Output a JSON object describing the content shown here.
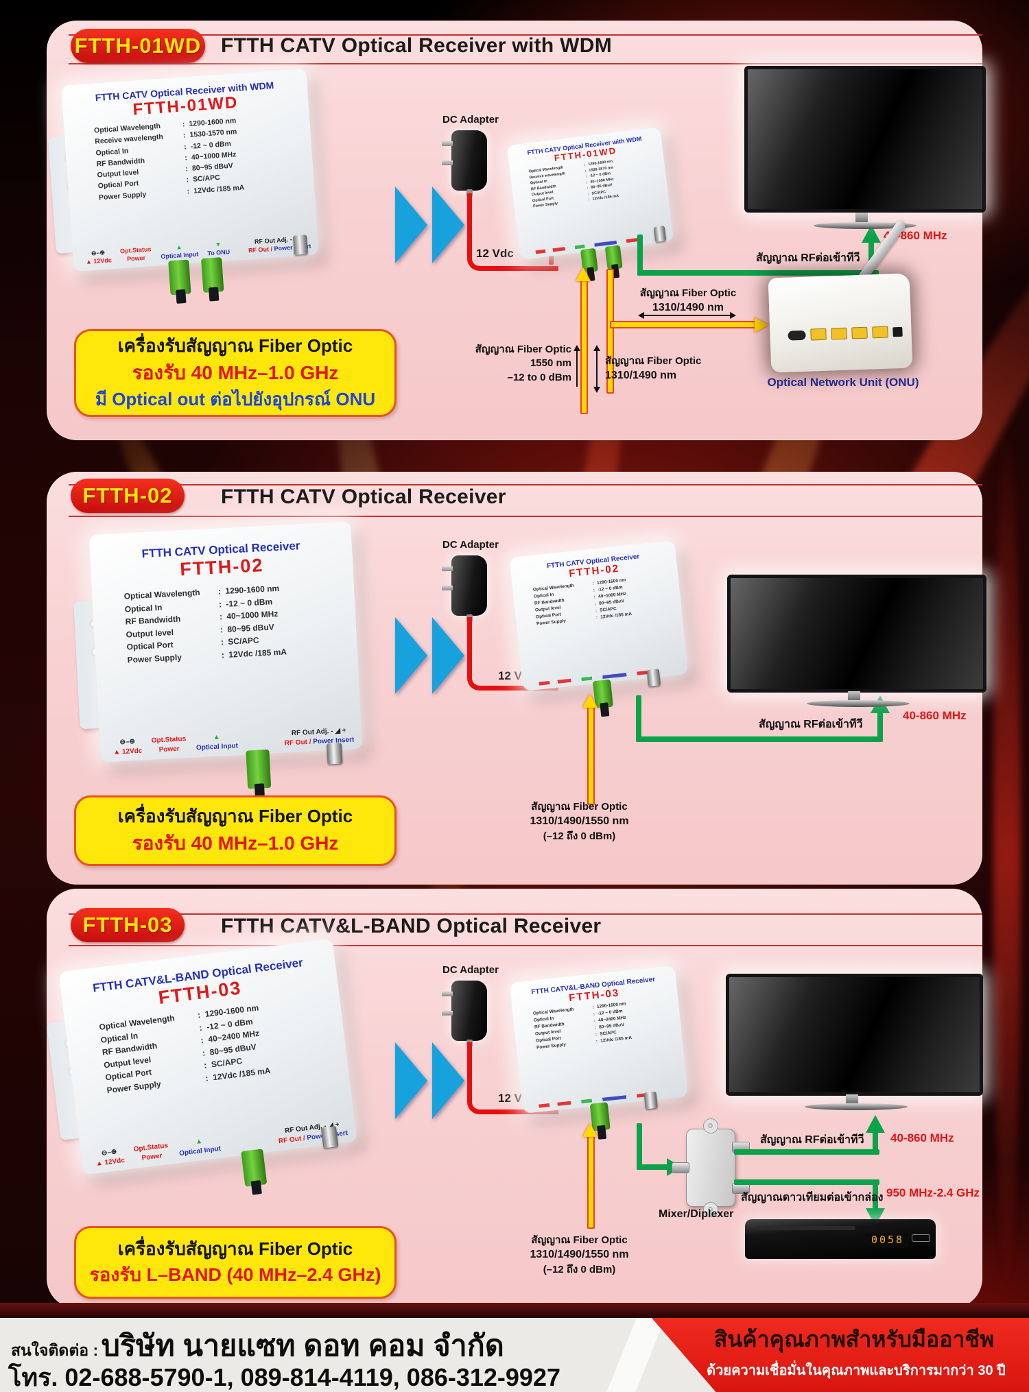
{
  "shared": {
    "colon": ":",
    "dc_adapter": "DC Adapter",
    "v12": "12 Vdc",
    "rf_to_tv": "สัญญาณ RFต่อเข้าทีวี",
    "rf_range": "40-860 MHz",
    "dc_polarity": "⊖–⊕",
    "glyph_up": "▲",
    "glyph_down": "▼",
    "rf_adj_glyph": "- ◢ +"
  },
  "sections": [
    {
      "tag": "FTTH-01WD",
      "title": "FTTH CATV Optical Receiver with WDM",
      "device": {
        "title": "FTTH CATV Optical Receiver with WDM",
        "model": "FTTH-01WD",
        "specs": [
          [
            "Optical Wavelength",
            "1290-1600 nm"
          ],
          [
            "Receive wavelength",
            "1530-1570 nm"
          ],
          [
            "Optical In",
            "-12 ~ 0  dBm"
          ],
          [
            "RF Bandwidth",
            "40~1000 MHz"
          ],
          [
            "Output level",
            "80~95  dBuV"
          ],
          [
            "Optical Port",
            "SC/APC"
          ],
          [
            "Power Supply",
            "12Vdc /185 mA"
          ]
        ],
        "leds": {
          "v12": "12Vdc",
          "opt_status": "Opt.Status",
          "power": "Power",
          "optical_input": "Optical Input",
          "to_onu": "To ONU",
          "rf_out_adj": "RF Out Adj.",
          "rf_out": "RF Out /",
          "power_insert": "Power Insert"
        }
      },
      "highlight": [
        "เครื่องรับสัญญาณ Fiber Optic",
        "รองรับ 40 MHz–1.0 GHz",
        "มี Optical out ต่อไปยังอุปกรณ์ ONU"
      ],
      "labels": {
        "fiber": "สัญญาณ Fiber Optic",
        "fiber_in_wl": "1550 nm",
        "fiber_in_level": "–12 to 0 dBm",
        "fiber_onu_wl": "1310/1490 nm",
        "onu": "Optical Network Unit (ONU)"
      }
    },
    {
      "tag": "FTTH-02",
      "title": "FTTH CATV Optical Receiver",
      "device": {
        "title": "FTTH CATV Optical Receiver",
        "model": "FTTH-02",
        "specs": [
          [
            "Optical Wavelength",
            "1290-1600 nm"
          ],
          [
            "Optical In",
            "-12 ~ 0  dBm"
          ],
          [
            "RF Bandwidth",
            "40~1000 MHz"
          ],
          [
            "Output level",
            "80~95  dBuV"
          ],
          [
            "Optical Port",
            "SC/APC"
          ],
          [
            "Power Supply",
            "12Vdc /185 mA"
          ]
        ],
        "leds": {
          "v12": "12Vdc",
          "opt_status": "Opt.Status",
          "power": "Power",
          "optical_input": "Optical Input",
          "rf_out_adj": "RF Out Adj.",
          "rf_out": "RF Out /",
          "power_insert": "Power Insert"
        }
      },
      "highlight": [
        "เครื่องรับสัญญาณ Fiber Optic",
        "รองรับ 40 MHz–1.0 GHz"
      ],
      "labels": {
        "fiber": "สัญญาณ Fiber Optic",
        "fiber_wl": "1310/1490/1550 nm",
        "fiber_level": "(–12 ถึง 0 dBm)"
      }
    },
    {
      "tag": "FTTH-03",
      "title": "FTTH CATV&L-BAND  Optical Receiver",
      "device": {
        "title": "FTTH CATV&L-BAND  Optical Receiver",
        "model": "FTTH-03",
        "specs": [
          [
            "Optical Wavelength",
            "1290-1600 nm"
          ],
          [
            "Optical In",
            "-12 ~ 0  dBm"
          ],
          [
            "RF Bandwidth",
            "40~2400 MHz"
          ],
          [
            "Output level",
            "80~95  dBuV"
          ],
          [
            "Optical Port",
            "SC/APC"
          ],
          [
            "Power Supply",
            "12Vdc /185 mA"
          ]
        ],
        "leds": {
          "v12": "12Vdc",
          "opt_status": "Opt.Status",
          "power": "Power",
          "optical_input": "Optical Input",
          "rf_out_adj": "RF Out Adj.",
          "rf_out": "RF Out /",
          "power_insert": "Power Insert"
        }
      },
      "highlight": [
        "เครื่องรับสัญญาณ Fiber Optic",
        "รองรับ L–BAND (40 MHz–2.4 GHz)"
      ],
      "labels": {
        "fiber": "สัญญาณ Fiber Optic",
        "fiber_wl": "1310/1490/1550 nm",
        "fiber_level": "(–12 ถึง 0 dBm)",
        "mixer": "Mixer/Diplexer",
        "sat": "สัญญาณดาวเทียมต่อเข้ากล่อง",
        "sat_range": "950 MHz-2.4 GHz",
        "stb_display": "0058"
      }
    }
  ],
  "footer": {
    "contact_prefix": "สนใจติดต่อ :",
    "company": "บริษัท นายแซท ดอท คอม จำกัด",
    "phone": "โทร. 02-688-5790-1, 089-814-4119, 086-312-9927",
    "slogan": "สินค้าคุณภาพสำหรับมืออาชีพ",
    "slogan_sub": "ด้วยความเชื่อมั่นในคุณภาพและบริการมากว่า 30 ปี"
  }
}
